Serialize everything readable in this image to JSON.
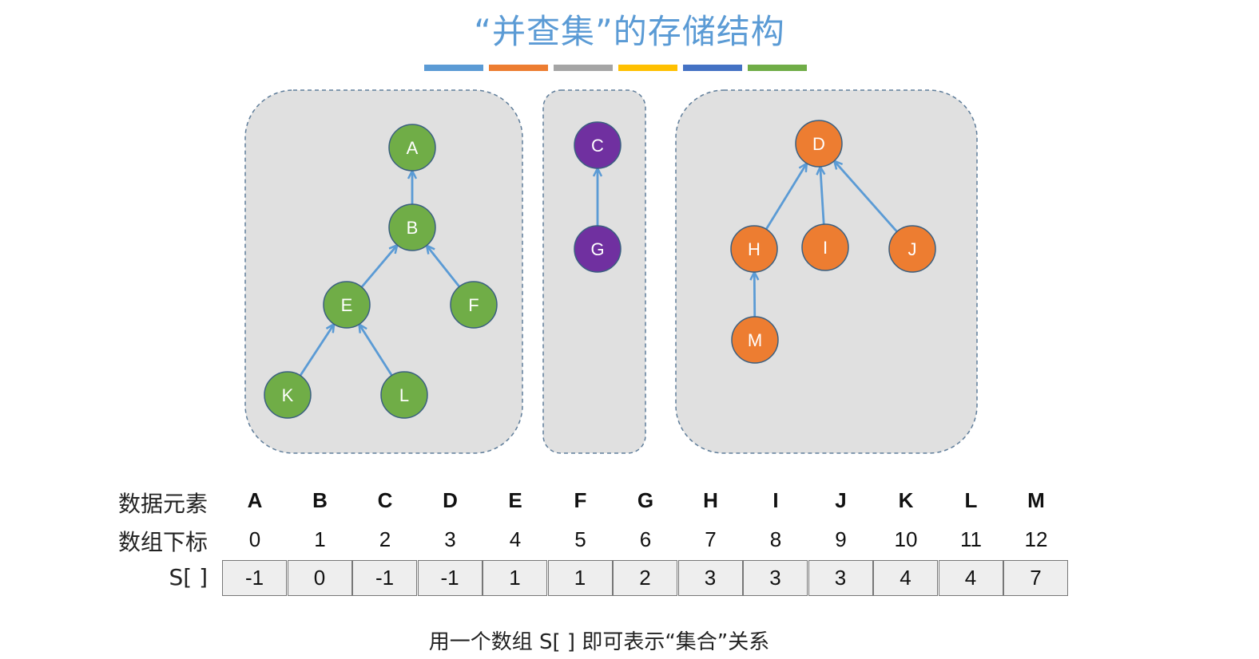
{
  "title": "“并查集”的存储结构",
  "stripe_colors": [
    "#5b9bd5",
    "#ed7d31",
    "#a5a5a5",
    "#ffc000",
    "#4472c4",
    "#70ad47"
  ],
  "colors": {
    "group1": "#70ad47",
    "group2": "#7030a0",
    "group3": "#ed7d31",
    "arrow": "#5b9bd5",
    "panel": "#e0e0e0",
    "panel_border": "#5f7d9a"
  },
  "nodes": [
    {
      "id": "A",
      "group": 1
    },
    {
      "id": "B",
      "group": 1
    },
    {
      "id": "E",
      "group": 1
    },
    {
      "id": "F",
      "group": 1
    },
    {
      "id": "K",
      "group": 1
    },
    {
      "id": "L",
      "group": 1
    },
    {
      "id": "C",
      "group": 2
    },
    {
      "id": "G",
      "group": 2
    },
    {
      "id": "D",
      "group": 3
    },
    {
      "id": "H",
      "group": 3
    },
    {
      "id": "I",
      "group": 3
    },
    {
      "id": "J",
      "group": 3
    },
    {
      "id": "M",
      "group": 3
    }
  ],
  "edges": [
    {
      "from": "B",
      "to": "A"
    },
    {
      "from": "E",
      "to": "B"
    },
    {
      "from": "F",
      "to": "B"
    },
    {
      "from": "K",
      "to": "E"
    },
    {
      "from": "L",
      "to": "E"
    },
    {
      "from": "G",
      "to": "C"
    },
    {
      "from": "H",
      "to": "D"
    },
    {
      "from": "I",
      "to": "D"
    },
    {
      "from": "J",
      "to": "D"
    },
    {
      "from": "M",
      "to": "H"
    }
  ],
  "table": {
    "row_labels": [
      "数据元素",
      "数组下标",
      "S[ ]"
    ],
    "elements": [
      "A",
      "B",
      "C",
      "D",
      "E",
      "F",
      "G",
      "H",
      "I",
      "J",
      "K",
      "L",
      "M"
    ],
    "indices": [
      "0",
      "1",
      "2",
      "3",
      "4",
      "5",
      "6",
      "7",
      "8",
      "9",
      "10",
      "11",
      "12"
    ],
    "s_values": [
      "-1",
      "0",
      "-1",
      "-1",
      "1",
      "1",
      "2",
      "3",
      "3",
      "3",
      "4",
      "4",
      "7"
    ]
  },
  "caption": "用一个数组 S[ ] 即可表示“集合”关系"
}
